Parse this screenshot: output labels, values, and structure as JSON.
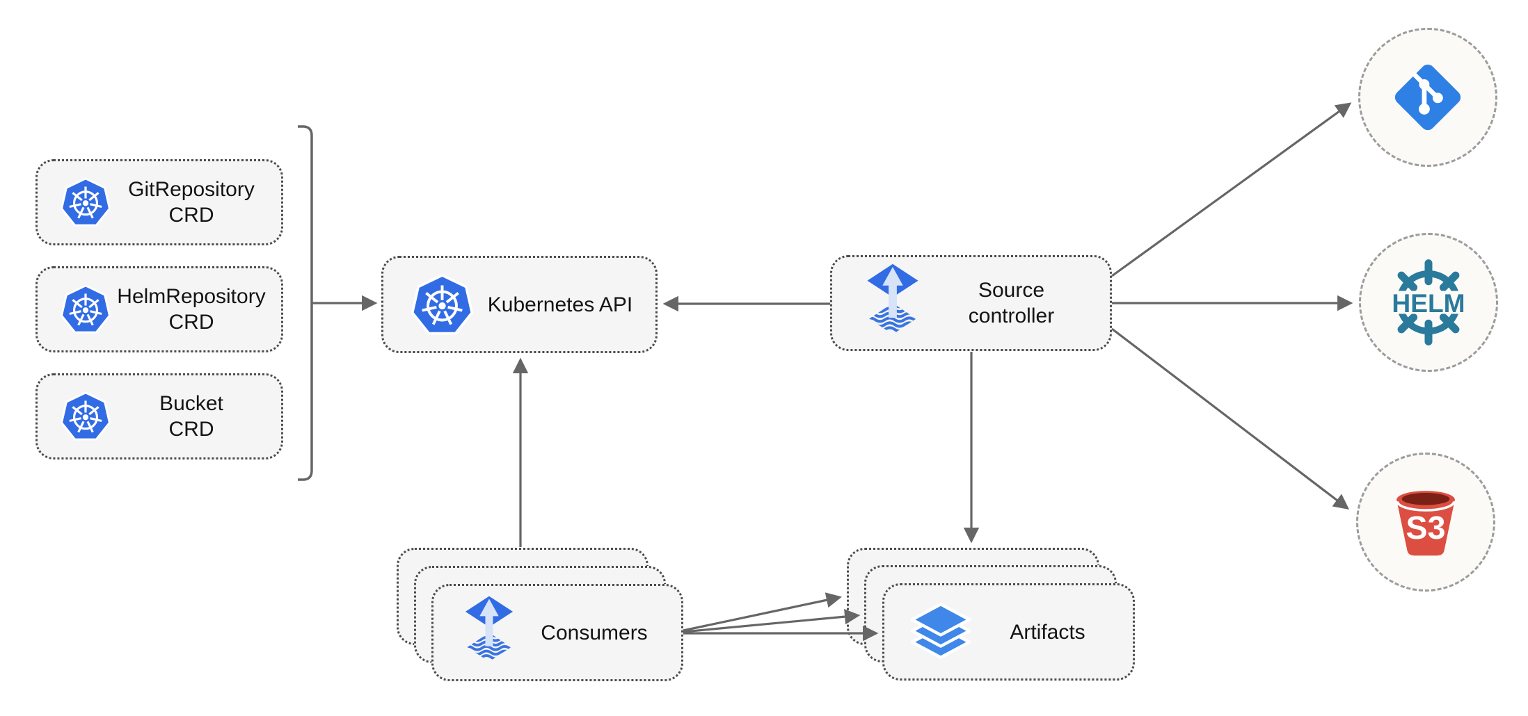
{
  "diagram": {
    "crd_boxes": [
      {
        "line1": "GitRepository",
        "line2": "CRD",
        "icon": "kubernetes-icon"
      },
      {
        "line1": "HelmRepository",
        "line2": "CRD",
        "icon": "kubernetes-icon"
      },
      {
        "line1": "Bucket",
        "line2": "CRD",
        "icon": "kubernetes-icon"
      }
    ],
    "kubernetes_api": {
      "label": "Kubernetes API",
      "icon": "kubernetes-icon"
    },
    "source_controller": {
      "line1": "Source",
      "line2": "controller",
      "icon": "flux-icon"
    },
    "consumers": {
      "label": "Consumers",
      "icon": "flux-icon",
      "stack_count": 3
    },
    "artifacts": {
      "label": "Artifacts",
      "icon": "layers-icon",
      "stack_count": 3
    },
    "external_targets": {
      "git": {
        "name": "git-repository",
        "icon": "git-icon"
      },
      "helm": {
        "name": "helm-repository",
        "icon": "helm-icon",
        "text": "HELM"
      },
      "s3": {
        "name": "s3-bucket",
        "icon": "s3-bucket-icon",
        "text": "S3"
      }
    },
    "colors": {
      "kubernetes_blue": "#326ce5",
      "flux_blue": "#316ce4",
      "flux_arrow_light": "#d6e3f8",
      "layers_blue": "#3f87e8",
      "git_blue": "#2f80e4",
      "helm_teal": "#2a7a9c",
      "s3_red": "#dc4e41",
      "s3_opening_dark": "#7b2015",
      "connector_gray": "#666666",
      "node_fill": "#f5f5f5",
      "node_border": "#4c4c4c",
      "circle_fill": "#fbfaf7",
      "circle_border": "#9c9c9c",
      "text_color": "#141414"
    }
  }
}
